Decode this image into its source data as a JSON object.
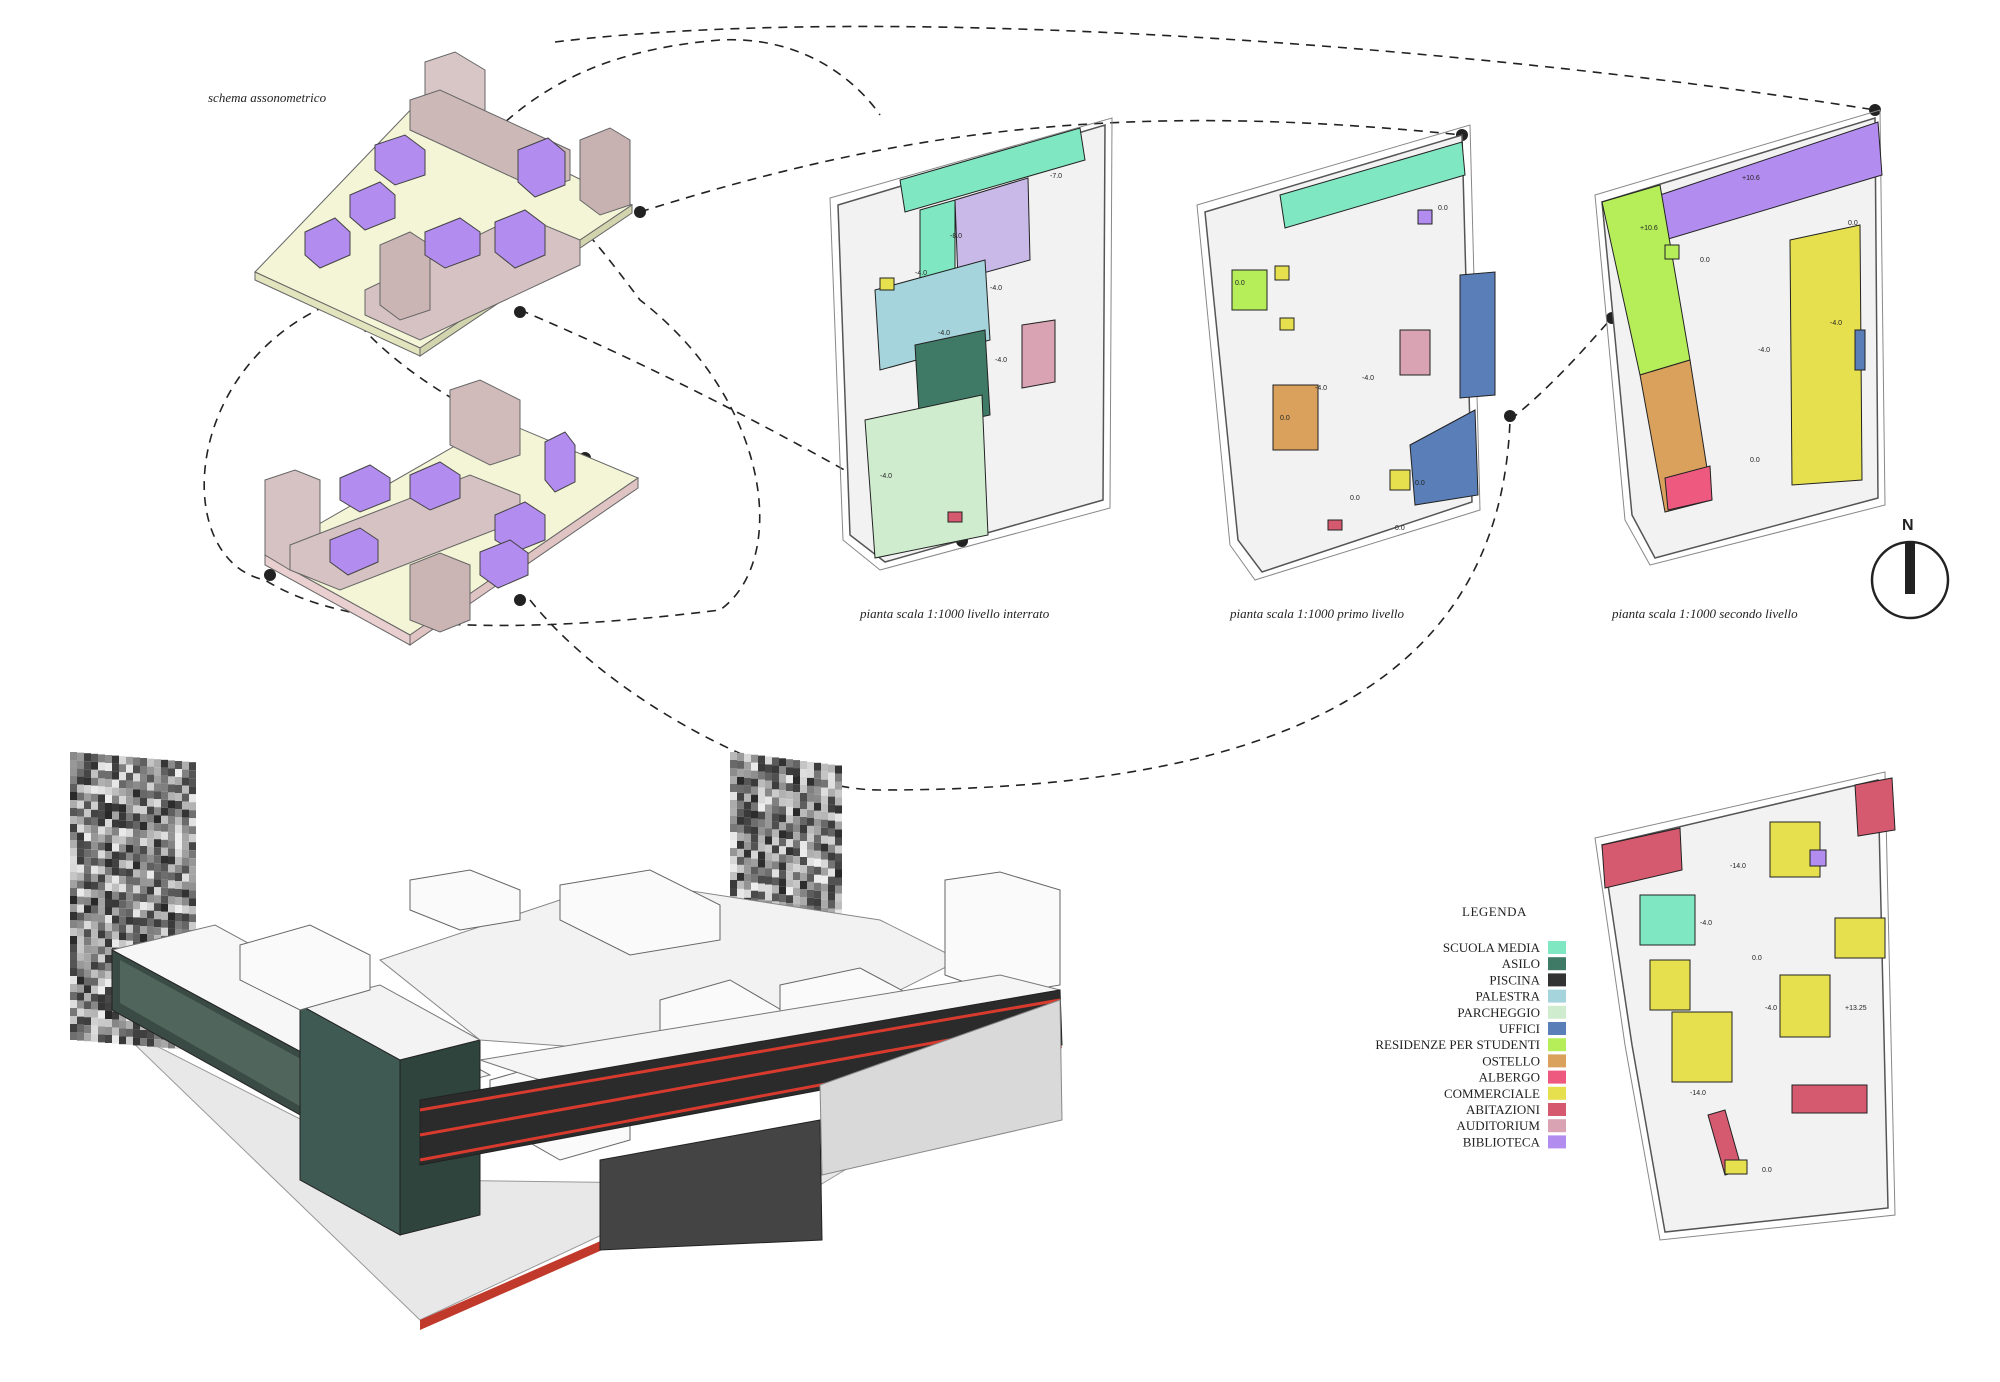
{
  "captions": {
    "axonometric": "schema assonometrico",
    "basement_plan": "pianta scala 1:1000 livello interrato",
    "first_plan": "pianta scala 1:1000 primo livello",
    "second_plan": "pianta scala 1:1000 secondo livello"
  },
  "north_label": "N",
  "legend": {
    "title": "LEGENDA",
    "items": [
      {
        "label": "SCUOLA MEDIA",
        "color": "#7fe8c3"
      },
      {
        "label": "ASILO",
        "color": "#3f7a66"
      },
      {
        "label": "PISCINA",
        "color": "#333333"
      },
      {
        "label": "PALESTRA",
        "color": "#a6d4dc"
      },
      {
        "label": "PARCHEGGIO",
        "color": "#cfeccf"
      },
      {
        "label": "UFFICI",
        "color": "#5a7fb8"
      },
      {
        "label": "RESIDENZE PER STUDENTI",
        "color": "#b6ee5a"
      },
      {
        "label": "OSTELLO",
        "color": "#d9a15c"
      },
      {
        "label": "ALBERGO",
        "color": "#ee5a7f"
      },
      {
        "label": "COMMERCIALE",
        "color": "#e6e04f"
      },
      {
        "label": "ABITAZIONI",
        "color": "#d65a6f"
      },
      {
        "label": "AUDITORIUM",
        "color": "#d9a3b3"
      },
      {
        "label": "BIBLIOTECA",
        "color": "#b38cf0"
      }
    ]
  },
  "level_tags": {
    "basement": [
      "-4.0",
      "-4.0",
      "-4.0",
      "-4.0",
      "-4.0",
      "-7.0",
      "-8.0"
    ],
    "first": [
      "0.0",
      "0.0",
      "0.0",
      "-4.0",
      "-4.0",
      "0.0",
      "0.0",
      "0.0"
    ],
    "second": [
      "+10.6",
      "+10.6",
      "0.0",
      "0.0",
      "-4.0",
      "-4.0",
      "0.0"
    ],
    "third": [
      "-14.0",
      "-4.0",
      "0.0",
      "-4.0",
      "+13.25",
      "-14.0",
      "0.0"
    ]
  }
}
